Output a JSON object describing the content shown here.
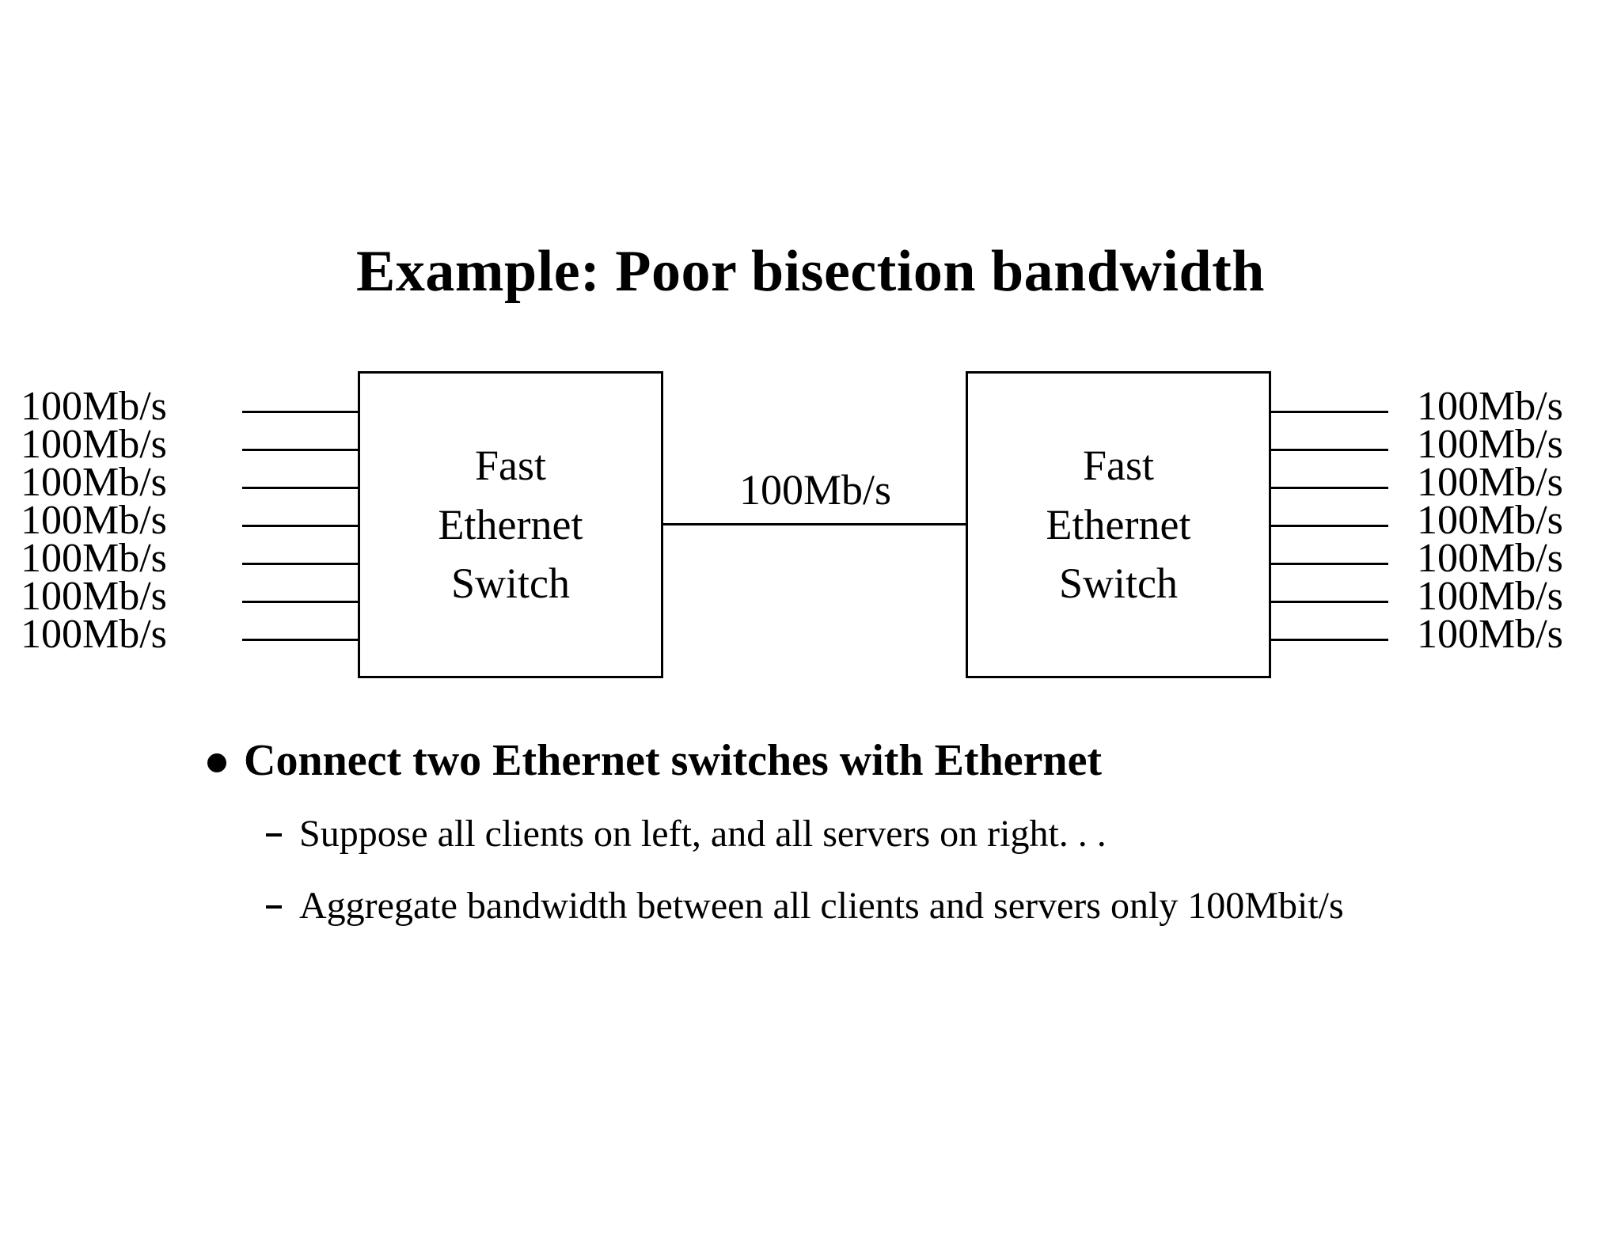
{
  "slide": {
    "title": "Example: Poor bisection bandwidth",
    "background": "#ffffff",
    "ink": "#000000"
  },
  "diagram": {
    "left_ports": [
      {
        "label": "100Mb/s"
      },
      {
        "label": "100Mb/s"
      },
      {
        "label": "100Mb/s"
      },
      {
        "label": "100Mb/s"
      },
      {
        "label": "100Mb/s"
      },
      {
        "label": "100Mb/s"
      },
      {
        "label": "100Mb/s"
      }
    ],
    "right_ports": [
      {
        "label": "100Mb/s"
      },
      {
        "label": "100Mb/s"
      },
      {
        "label": "100Mb/s"
      },
      {
        "label": "100Mb/s"
      },
      {
        "label": "100Mb/s"
      },
      {
        "label": "100Mb/s"
      },
      {
        "label": "100Mb/s"
      }
    ],
    "left_switch": {
      "line1": "Fast",
      "line2": "Ethernet",
      "line3": "Switch"
    },
    "right_switch": {
      "line1": "Fast",
      "line2": "Ethernet",
      "line3": "Switch"
    },
    "trunk": {
      "label": "100Mb/s"
    }
  },
  "bullets": {
    "main": "Connect two Ethernet switches with Ethernet",
    "sub": [
      "Suppose all clients on left, and all servers on right. . .",
      "Aggregate bandwidth between all clients and servers only 100Mbit/s"
    ]
  }
}
